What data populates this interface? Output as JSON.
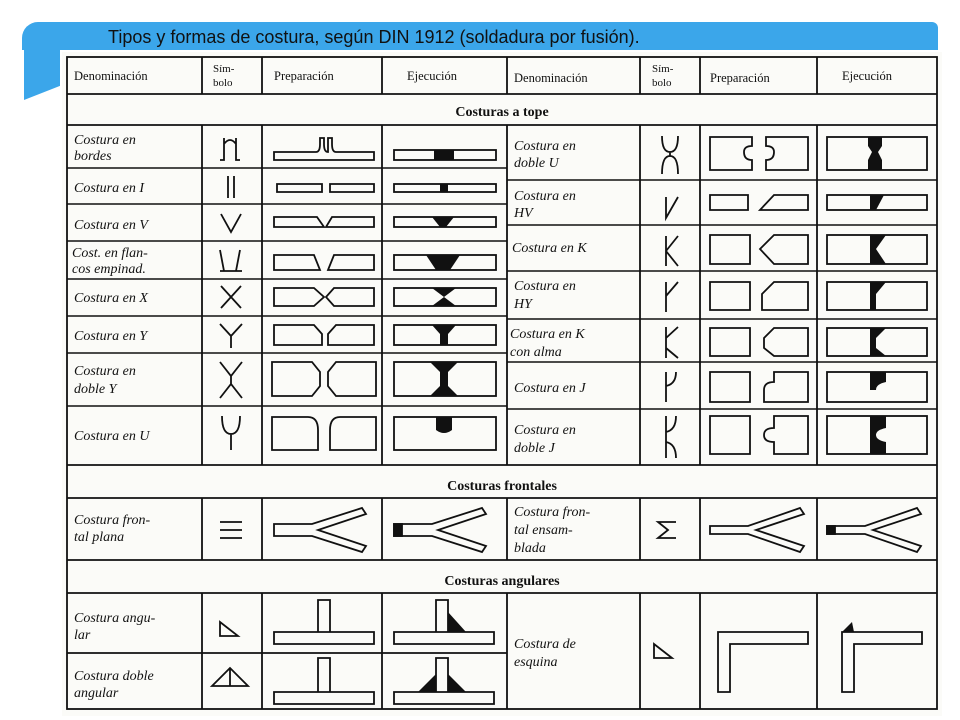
{
  "title": "Tipos y formas de costura, según DIN 1912 (soldadura por fusión).",
  "header": {
    "denominacion": "Denominación",
    "simbolo_1": "Sím-",
    "simbolo_2": "bolo",
    "preparacion": "Preparación",
    "ejecucion": "Ejecución"
  },
  "sections": {
    "tope": "Costuras a tope",
    "frontales": "Costuras frontales",
    "angulares": "Costuras angulares"
  },
  "tope_left": [
    {
      "line1": "Costura    en",
      "line2": "bordes",
      "symbol": "edge"
    },
    {
      "line1": "Costura en I",
      "line2": "",
      "symbol": "I"
    },
    {
      "line1": "Costura en V",
      "line2": "",
      "symbol": "V"
    },
    {
      "line1": "Cost. en flan-",
      "line2": "cos empinad.",
      "symbol": "steep"
    },
    {
      "line1": "Costura en X",
      "line2": "",
      "symbol": "X"
    },
    {
      "line1": "Costura en Y",
      "line2": "",
      "symbol": "Y"
    },
    {
      "line1": "Costura      en",
      "line2": "doble Y",
      "symbol": "doubleY"
    },
    {
      "line1": "Costura en U",
      "line2": "",
      "symbol": "U"
    }
  ],
  "tope_right": [
    {
      "line1": "Costura    en",
      "line2": "doble U",
      "symbol": "doubleU"
    },
    {
      "line1": "Costura    en",
      "line2": "HV",
      "symbol": "HV"
    },
    {
      "line1": "Costura en K",
      "line2": "",
      "symbol": "K"
    },
    {
      "line1": "Costura     en",
      "line2": "HY",
      "symbol": "HY"
    },
    {
      "line1": "Costura en K",
      "line2": "con alma",
      "symbol": "Kalma"
    },
    {
      "line1": "Costura en J",
      "line2": "",
      "symbol": "J"
    },
    {
      "line1": "Costura     en",
      "line2": "doble J",
      "symbol": "doubleJ"
    }
  ],
  "frontales": [
    {
      "line1": "Costura fron-",
      "line2": "tal plana",
      "line3": "",
      "symbol": "flat"
    },
    {
      "line1": "Costura fron-",
      "line2": "tal      ensam-",
      "line3": "blada",
      "symbol": "ensamblada"
    }
  ],
  "angulares": [
    {
      "line1": "Costura angu-",
      "line2": "lar",
      "symbol": "fillet"
    },
    {
      "line1": "Costura doble",
      "line2": "angular",
      "symbol": "doublefillet"
    },
    {
      "line1": "Costura      de",
      "line2": "esquina",
      "symbol": "corner"
    }
  ]
}
